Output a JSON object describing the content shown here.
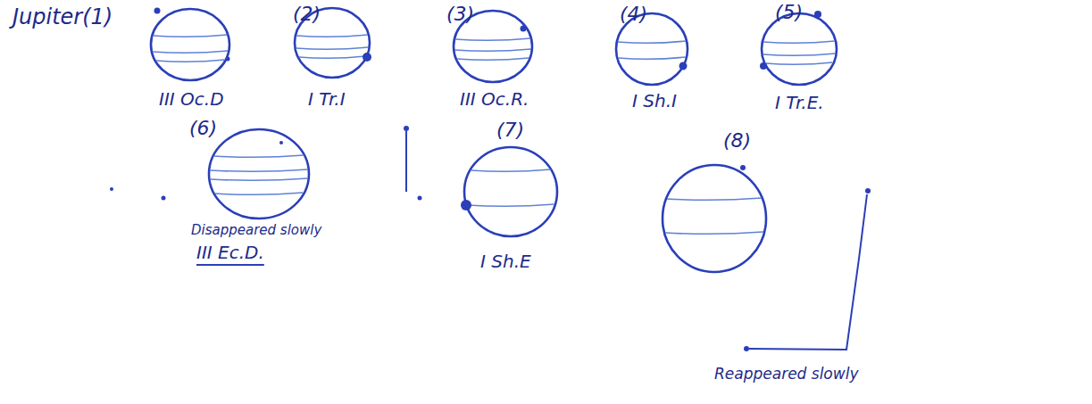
{
  "diagram": {
    "labels": [
      "Jupiter(1)",
      "(2)",
      "(3)",
      "(4)",
      "(5)",
      "III Oc.D",
      "I Tr.I",
      "III Oc.R.",
      "I Sh.I",
      "I Tr.E.",
      "(6)",
      "(7)",
      "(8)",
      "Disappeared slowly",
      "III Ec.D.",
      "I Sh.E",
      "Reappeared slowly"
    ]
  }
}
